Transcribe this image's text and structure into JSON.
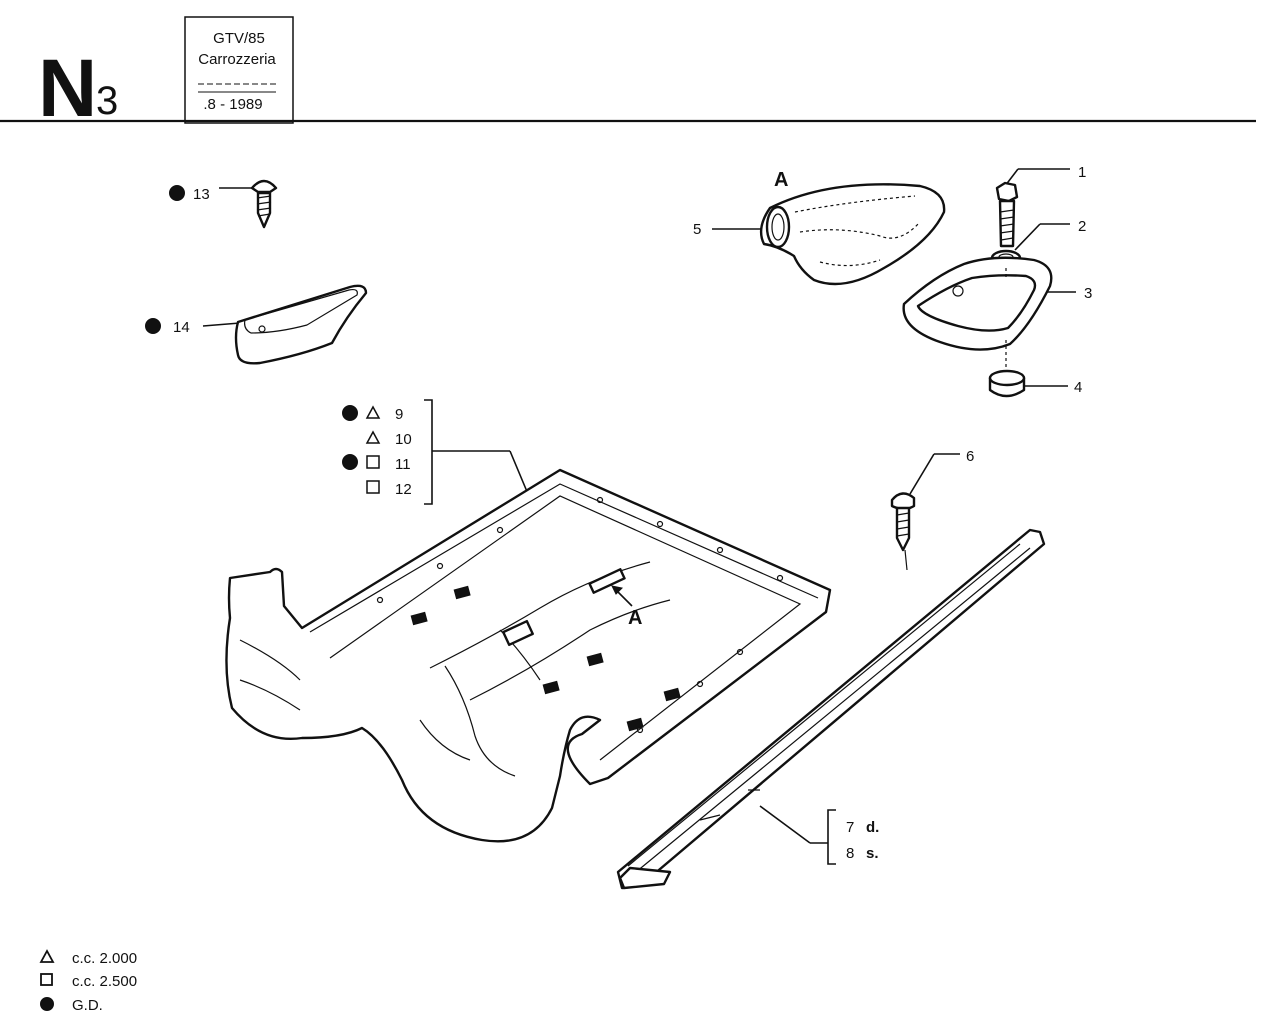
{
  "header": {
    "section_letter": "N",
    "section_number": "3",
    "model": "GTV/85",
    "group": "Carrozzeria",
    "date": ".8 - 1989"
  },
  "callouts": {
    "p1": "1",
    "p2": "2",
    "p3": "3",
    "p4": "4",
    "p5": "5",
    "p6": "6",
    "p7": "7",
    "p7_suffix": "d.",
    "p8": "8",
    "p8_suffix": "s.",
    "p9": "9",
    "p10": "10",
    "p11": "11",
    "p12": "12",
    "p13": "13",
    "p14": "14",
    "detail_a_top": "A",
    "detail_a_floor": "A"
  },
  "legend": [
    {
      "symbol": "triangle",
      "text": "c.c. 2.000"
    },
    {
      "symbol": "square",
      "text": "c.c. 2.500"
    },
    {
      "symbol": "dot",
      "text": "G.D."
    }
  ]
}
